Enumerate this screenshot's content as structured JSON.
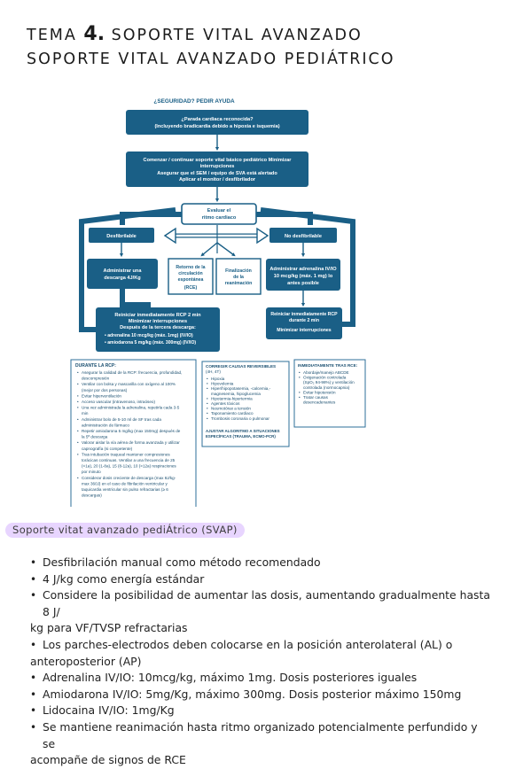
{
  "header": {
    "title_prefix": "TEMA",
    "title_number": "4.",
    "title_rest": "SOPORTE VITAL AVANZADO",
    "subtitle": "SOPORTE VITAL AVANZADO PEDIÁTRICO"
  },
  "algorithm": {
    "safety": "¿SEGURIDAD? PEDIR AYUDA",
    "arrest_1": "¿Parada cardiaca reconocida?",
    "arrest_2": "(Incluyendo bradicardia debido a hipoxia e isquemia)",
    "start_1": "Comenzar / continuar soporte vital básico pediátrico Minimizar",
    "start_2": "interrupciones",
    "start_3": "Asegurar que el SEM / equipo de SVA está alertado",
    "start_4": "Aplicar el monitor / desfibrilador",
    "evaluate_1": "Evaluar el",
    "evaluate_2": "ritmo cardiaco",
    "shockable": "Desfibrilable",
    "non_shockable": "No desfibrilable",
    "shock_1": "Administrar una",
    "shock_2": "descarga 4J/Kg",
    "rosc_1": "Retorno de la",
    "rosc_2": "circulación",
    "rosc_3": "espontánea",
    "rosc_4": "(RCE)",
    "end_1": "Finalización",
    "end_2": "de la",
    "end_3": "reanimación",
    "adr_1": "Administrar adrenalina IV/IO",
    "adr_2": "10 mcg/kg (máx. 1 mg) lo",
    "adr_3": "antes posible",
    "cpr_left_1": "Reiniciar inmediatamente RCP 2 min",
    "cpr_left_2": "Minimizar interrupciones",
    "cpr_left_3": "Después de la tercera descarga:",
    "cpr_left_4": "adrenalina 10 mcg/kg (máx. 1mg) (IV/IO)",
    "cpr_left_5": "amiodarona 5 mg/kg (máx. 300mg) (IV/IO)",
    "cpr_right_1": "Reiniciar inmediatamente RCP",
    "cpr_right_2": "durante 2 min",
    "cpr_right_3": "Minimizar interrupciones",
    "during_title": "DURANTE LA RCP:",
    "during_lines": [
      "Asegurar la calidad de la RCP: frecuencia, profundidad,",
      "descompresión",
      "Ventilar con bolsa y mascarilla con oxígeno al 100%",
      "(mejor por dos personas)",
      "Evitar hiperventilación",
      "Acceso vascular (intravenoso, intraóseo)",
      "Una vez administrada la adrenalina, repetirla cada 3-5",
      "min",
      "Administrar bolo de 5-10 ml de SF tras cada",
      "administración de fármaco",
      "Repetir amiodarona 5 mg/kg (max 150mg) después de",
      "la 5ª descarga",
      "Valorar aislar la vía aérea de forma avanzada y utilizar",
      "capnografía (si competente)",
      "Tras intubación traqueal mantener compresiones",
      "torácicas continuas. Ventilar a una frecuencia de 25",
      "(<1a), 20 (1-8a), 15 (8-12a), 10 (>12a) respiraciones",
      "por minuto",
      "Considerar dosis creciente de descarga (max 8J/kg-",
      "max 360J) en el caso de fibrilación ventricular y",
      "taquicardia ventricular sin pulso refractarias (≥ 6",
      "descargas)"
    ],
    "causes_title": "CORREGIR CAUSAS REVERSIBLES",
    "causes_subtitle": "(4H, 4T)",
    "causes_lines": [
      "Hipoxia",
      "Hipovolemia",
      "Hiper/hipopotasemia, -calcemia,-",
      "magnesemia, hipoglucemia",
      "Hipotermia-hipertermia",
      "Agentes tóxicos",
      "Neumotórax a tensión",
      "Taponamiento cardiaco",
      "Trombosis coronaria o pulmonar"
    ],
    "causes_adjust_1": "AJUSTAR ALGORITMO A SITUACIONES",
    "causes_adjust_2": "ESPECÍFICAS (TRAUMA, ECMO-PCR)",
    "after_title": "INMEDIATAMENTE TRAS RCE:",
    "after_lines": [
      "Abordaje/manejo ABCDE",
      "Oxigenación controlada",
      "(SpO₂ 94-98%) y ventilación",
      "controlada (normocapnia)",
      "Evitar hipotensión",
      "Tratar causas",
      "desencadenantes"
    ]
  },
  "section": {
    "label": "Soporte vitat avanzado pediÁtrico (SVAP)",
    "bullets": [
      "Desfibrilación manual como método recomendado",
      "4 J/kg como energía estándar",
      "Considere la posibilidad de aumentar las dosis, aumentando gradualmente hasta 8 J/",
      "kg para VF/TVSP refractarias",
      "Los parches-electrodos deben colocarse en la posición anterolateral (AL) o",
      "anteroposterior (AP)",
      "Adrenalina IV/IO: 10mcg/kg, máximo 1mg. Dosis posteriores iguales",
      "Amiodarona IV/IO: 5mg/Kg, máximo 300mg. Dosis posterior máximo 150mg",
      "Lidocaina IV/IO: 1mg/Kg",
      "Se mantiene reanimación hasta ritmo organizado potencialmente perfundido y se",
      "acompañe de signos de RCE"
    ]
  },
  "colors": {
    "box_blue": "#1a5f86",
    "panel_border": "#2e6f99",
    "highlight": "#e8d5ff"
  }
}
